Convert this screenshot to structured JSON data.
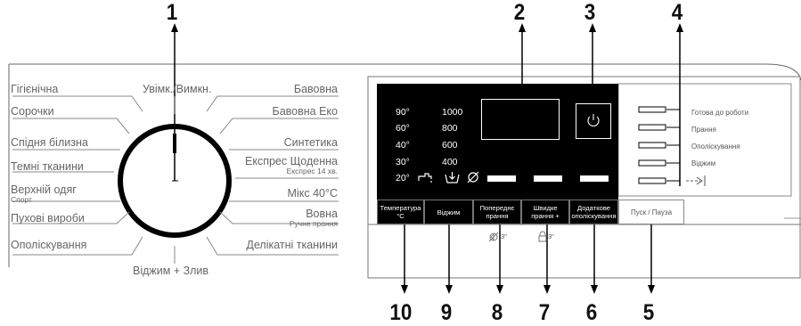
{
  "callouts": [
    "1",
    "2",
    "3",
    "4",
    "10",
    "9",
    "8",
    "7",
    "6",
    "5"
  ],
  "dial": {
    "top_label": "Увімк./Вимкн.",
    "bottom_label": "Віджим + Злив",
    "left_programs": [
      "Гігієнічна",
      "Сорочки",
      "Спідня білизна",
      "Темні тканини",
      "Верхній одяг",
      "Пухові вироби",
      "Ополіскування"
    ],
    "left_sub": "Спорт",
    "right_programs": [
      "Бавовна",
      "Бавовна Еко",
      "Синтетика",
      "Експрес Щоденна",
      "Мікс 40°C",
      "Вовна",
      "Делікатні тканини"
    ],
    "right_sub_express": "Експрес 14 хв.",
    "right_sub_wool": "Ручне прання"
  },
  "panel": {
    "temperatures": [
      "90°",
      "60°",
      "40°",
      "30°",
      "20°"
    ],
    "speeds": [
      "1000",
      "800",
      "600",
      "400"
    ]
  },
  "keys": [
    {
      "line1": "Температура",
      "line2": "°C"
    },
    {
      "line1": "Віджим",
      "line2": ""
    },
    {
      "line1": "Попереднє",
      "line2": "прання"
    },
    {
      "line1": "Швидке",
      "line2": "прання +"
    },
    {
      "line1": "Додаткове",
      "line2": "ополіскування"
    }
  ],
  "start_label": "Пуск / Пауза",
  "status_labels": [
    "Готова до роботи",
    "Прання",
    "Ополіскування",
    "Віджим"
  ],
  "hold_labels": [
    "3\"",
    "3\""
  ],
  "icons": {
    "power": "power-icon",
    "tap": "tap-icon",
    "basin": "wash-basin-icon",
    "no_spin": "no-spin-icon",
    "arrow": "arrow-to-bar-icon",
    "child_lock": "child-lock-icon",
    "sound_off": "sound-off-icon"
  },
  "colors": {
    "panel": "#000000",
    "text": "#555555",
    "callout": "#111111"
  }
}
